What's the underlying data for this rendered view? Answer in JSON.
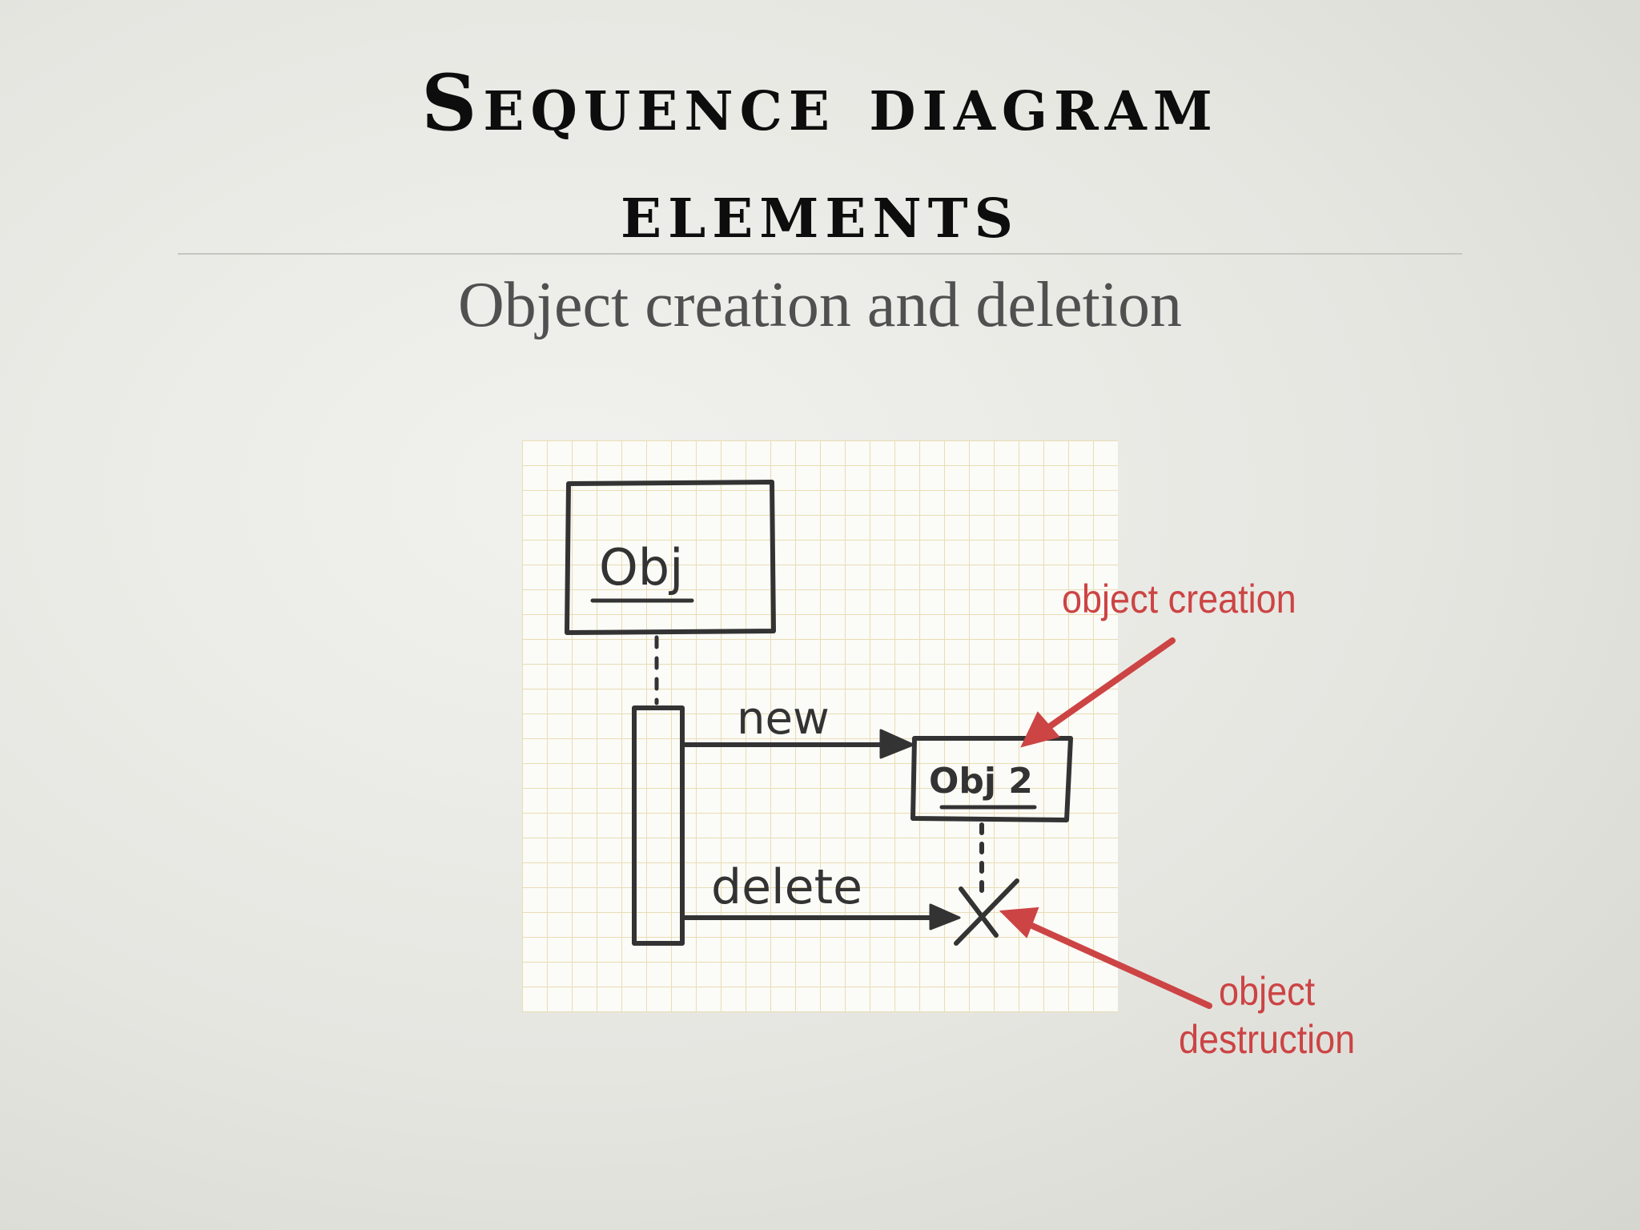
{
  "slide": {
    "title_line1": "Sequence diagram",
    "title_line2": "elements",
    "subtitle": "Object creation and deletion"
  },
  "diagram": {
    "lifeline_label": "Obj",
    "created_object_label": "Obj 2",
    "message_create": "new",
    "message_delete": "delete"
  },
  "annotations": {
    "creation": "object creation",
    "destruction_line1": "object",
    "destruction_line2": "destruction"
  },
  "colors": {
    "annotation": "#cc4444",
    "ink": "#333333",
    "grid": "#e8ddb5"
  }
}
